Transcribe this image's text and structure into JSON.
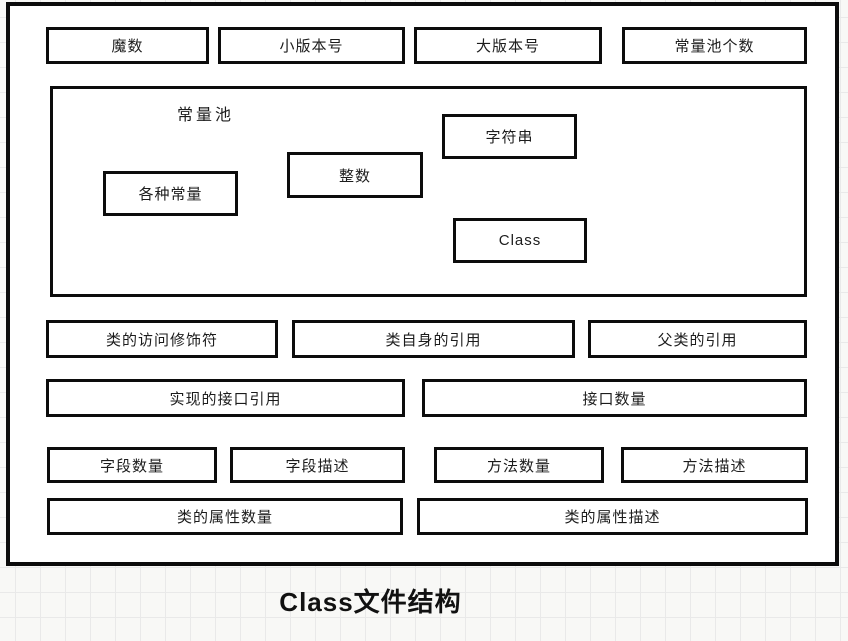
{
  "diagram": {
    "header_row": {
      "magic": "魔数",
      "minor_version": "小版本号",
      "major_version": "大版本号",
      "constant_pool_count": "常量池个数"
    },
    "constant_pool": {
      "title": "常量池",
      "string_label": "字符串",
      "integer_label": "整数",
      "various_constants_label": "各种常量",
      "class_label": "Class"
    },
    "class_info_row": {
      "access_modifiers": "类的访问修饰符",
      "this_class_ref": "类自身的引用",
      "super_class_ref": "父类的引用"
    },
    "interface_row": {
      "implemented_interface_refs": "实现的接口引用",
      "interface_count": "接口数量"
    },
    "member_row": {
      "field_count": "字段数量",
      "field_description": "字段描述",
      "method_count": "方法数量",
      "method_description": "方法描述"
    },
    "attribute_row": {
      "class_attribute_count": "类的属性数量",
      "class_attribute_description": "类的属性描述"
    }
  },
  "caption": "Class文件结构",
  "colors": {
    "box_border": "#0c0c0c",
    "box_fill": "#ffffff",
    "page_background": "#f8f8f6",
    "grid_line": "#e9e9e9",
    "text": "#1c1c1c"
  }
}
